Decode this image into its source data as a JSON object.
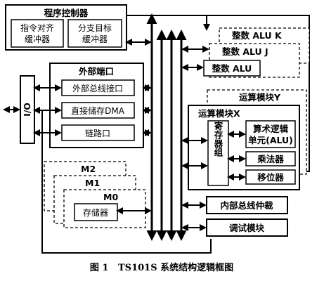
{
  "program_controller": {
    "title": "程序控制器",
    "instr_buf_line1": "指令对齐",
    "instr_buf_line2": "缓冲器",
    "branch_buf_line1": "分支目标",
    "branch_buf_line2": "缓冲器"
  },
  "io": {
    "label": "I/O"
  },
  "external_port": {
    "title": "外部端口",
    "bus_interface": "外部总线接口",
    "dma": "直接储存DMA",
    "link_port": "链路口"
  },
  "memory": {
    "m2": "M2",
    "m1": "M1",
    "m0": "M0",
    "storage": "存储器"
  },
  "integer_alu": {
    "k": "整数 ALU K",
    "j": "整数 ALU J",
    "base": "整数 ALU"
  },
  "compute_block": {
    "y_title": "运算模块Y",
    "x_title": "运算模块X",
    "register_file": "寄存器组",
    "alu_line1": "算术逻辑",
    "alu_line2": "单元(ALU)",
    "multiplier": "乘法器",
    "shifter": "移位器"
  },
  "internal_bus_arbiter": "内部总线仲裁",
  "debug_module": "调试模块",
  "caption": "图 1   TS101S 系统结构逻辑框图"
}
